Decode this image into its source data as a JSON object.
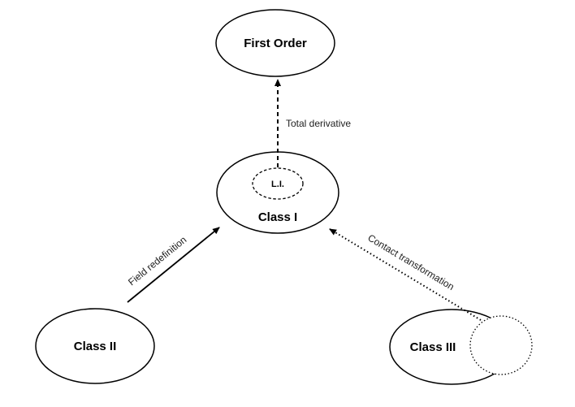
{
  "nodes": {
    "first_order": {
      "label": "First Order"
    },
    "class_1": {
      "label": "Class I",
      "inner_label": "L.I."
    },
    "class_2": {
      "label": "Class II"
    },
    "class_3": {
      "label": "Class III"
    }
  },
  "edges": {
    "total_derivative": {
      "label": "Total derivative",
      "style": "dashed"
    },
    "field_redefinition": {
      "label": "Field redefinition",
      "style": "solid"
    },
    "contact_transformation": {
      "label": "Contact transformation",
      "style": "dotted"
    }
  }
}
